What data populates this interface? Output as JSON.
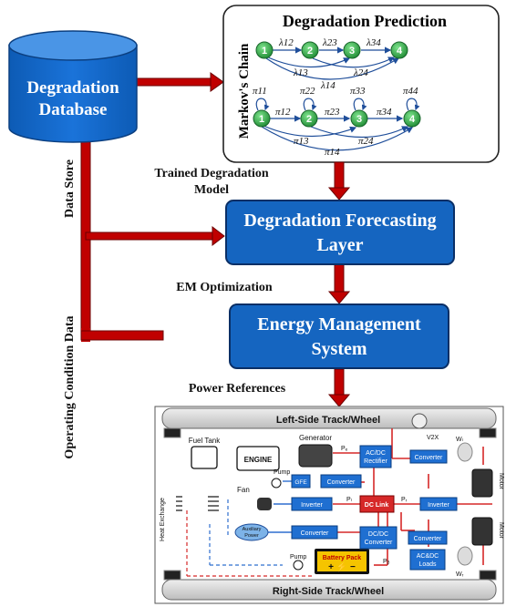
{
  "colors": {
    "box_blue": "#1565c0",
    "box_dark": "#0d47a1",
    "arrow_red": "#c00000",
    "node_green": "#2ea043",
    "wire_red": "#d62828",
    "wire_blue": "#2f6fcf"
  },
  "database": {
    "line1": "Degradation",
    "line2": "Database"
  },
  "prediction": {
    "title": "Degradation Prediction",
    "side_label": "Markov's Chain",
    "chain1": {
      "nodes": [
        "1",
        "2",
        "3",
        "4"
      ],
      "l12": "λ12",
      "l23": "λ23",
      "l34": "λ34",
      "l13": "λ13",
      "l24": "λ24",
      "l14": "λ14"
    },
    "chain2": {
      "nodes": [
        "1",
        "2",
        "3",
        "4"
      ],
      "p11": "π11",
      "p22": "π22",
      "p33": "π33",
      "p44": "π44",
      "p12": "π12",
      "p23": "π23",
      "p34": "π34",
      "p13": "π13",
      "p24": "π24",
      "p14": "π14"
    }
  },
  "labels": {
    "trained_line1": "Trained Degradation",
    "trained_line2": "Model",
    "data_store": "Data Store",
    "operating_condition": "Operating Condition Data",
    "em_optimization": "EM Optimization",
    "power_references": "Power References"
  },
  "forecasting": {
    "line1": "Degradation Forecasting",
    "line2": "Layer"
  },
  "ems": {
    "line1": "Energy Management",
    "line2": "System"
  },
  "vehicle": {
    "left_track": "Left-Side Track/Wheel",
    "right_track": "Right-Side Track/Wheel",
    "fuel_tank": "Fuel Tank",
    "engine": "ENGINE",
    "generator": "Generator",
    "pump": "Pump",
    "fan": "Fan",
    "heat_exchange": "Heat Exchange",
    "v2x": "V2X",
    "ac_dc_rectifier_l1": "AC/DC",
    "ac_dc_rectifier_l2": "Rectifier",
    "converter": "Converter",
    "gfe": "GFE",
    "inverter": "Inverter",
    "dc_link": "DC Link",
    "auxiliary_l1": "Auxiliary",
    "auxiliary_l2": "Power",
    "dc_dc_l1": "DC/DC",
    "dc_dc_l2": "Converter",
    "ac_dc_loads_l1": "AC&DC",
    "ac_dc_loads_l2": "Loads",
    "battery_pack": "Battery Pack",
    "motor": "Motor",
    "pump2": "Pump",
    "p_g": "Pₑ",
    "p_l": "Pₗ",
    "p_r": "Pᵣ",
    "p_b": "Pᵦ",
    "w_l": "Wₗ",
    "w_r": "Wᵣ"
  }
}
